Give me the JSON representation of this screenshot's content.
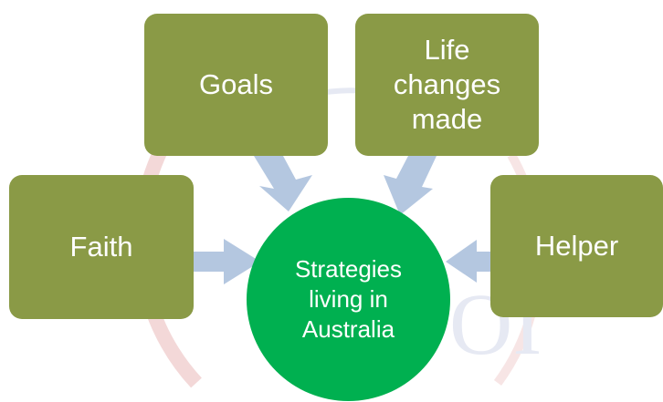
{
  "diagram": {
    "nodes": {
      "goals": "Goals",
      "life_changes": "Life\nchanges\nmade",
      "faith": "Faith",
      "helper": "Helper",
      "center": "Strategies\nliving in\nAustralia"
    },
    "edges": [
      {
        "from": "goals",
        "to": "center"
      },
      {
        "from": "life_changes",
        "to": "center"
      },
      {
        "from": "faith",
        "to": "center"
      },
      {
        "from": "helper",
        "to": "center"
      }
    ]
  },
  "colors": {
    "box_fill": "#8a9a46",
    "center_fill": "#00b050",
    "arrow_fill": "#b4c7e0",
    "text": "#ffffff",
    "watermark_red": "#f3d8d8",
    "watermark_blue": "#e6e9f3"
  }
}
